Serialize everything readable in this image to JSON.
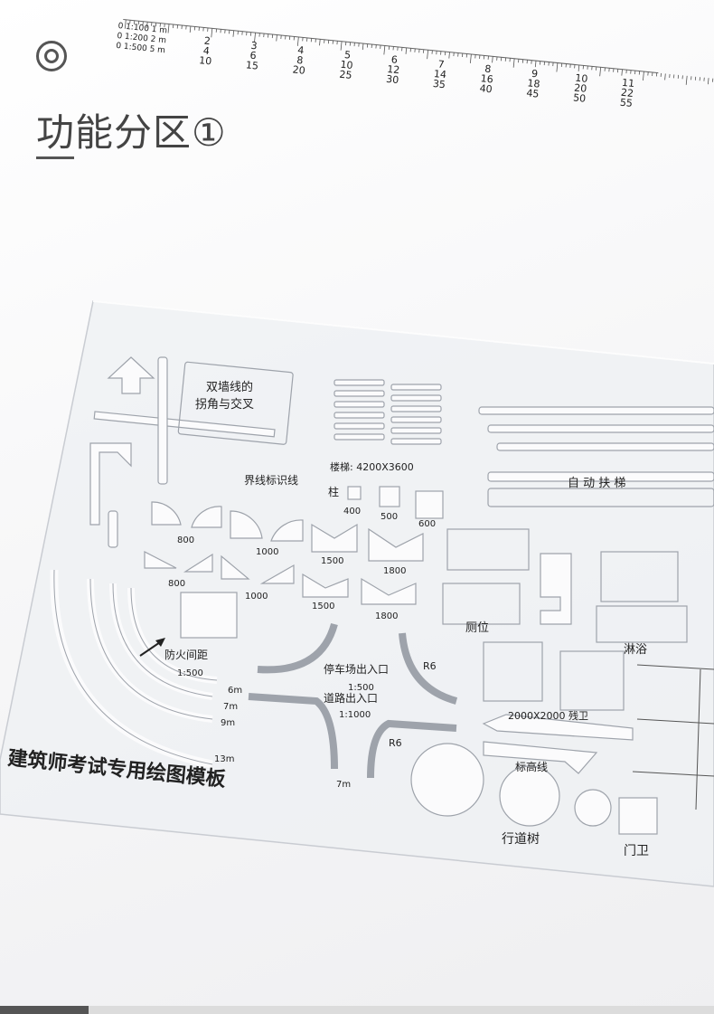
{
  "header": {
    "icon": "double-circle-icon",
    "title": "功能分区①"
  },
  "ruler": {
    "scale_rows": [
      "0 1:100 1 m",
      "0 1:200 2 m",
      "0 1:500 5 m"
    ],
    "columns": [
      [
        "2",
        "4",
        "10"
      ],
      [
        "3",
        "6",
        "15"
      ],
      [
        "4",
        "8",
        "20"
      ],
      [
        "5",
        "10",
        "25"
      ],
      [
        "6",
        "12",
        "30"
      ],
      [
        "7",
        "14",
        "35"
      ],
      [
        "8",
        "16",
        "40"
      ],
      [
        "9",
        "18",
        "45"
      ],
      [
        "10",
        "20",
        "50"
      ],
      [
        "11",
        "22",
        "55"
      ]
    ]
  },
  "template": {
    "double_wall_1": "双墙线的",
    "double_wall_2": "拐角与交叉",
    "stairs": "楼梯: 4200X3600",
    "boundary": "界线标识线",
    "column": "柱",
    "col_400": "400",
    "col_500": "500",
    "col_600": "600",
    "escalator": "自 动 扶 梯",
    "door_800a": "800",
    "door_1000a": "1000",
    "door_1500a": "1500",
    "door_1800a": "1800",
    "door_800b": "800",
    "door_1000b": "1000",
    "door_1500b": "1500",
    "door_1800b": "1800",
    "toilet": "厕位",
    "shower": "淋浴",
    "fire": "防火间距",
    "fire_scale": "1:500",
    "parking": "停车场出入口",
    "parking_scale": "1:500",
    "road": "道路出入口",
    "road_scale": "1:1000",
    "r6a": "R6",
    "r6b": "R6",
    "m6": "6m",
    "m7a": "7m",
    "m9": "9m",
    "m13": "13m",
    "m7b": "7m",
    "bathroom": "2000X2000 残卫",
    "elevation": "标高线",
    "tree": "行道树",
    "guard": "门卫",
    "brand": "建筑师考试专用绘图模板"
  },
  "progress": {
    "fraction": 0.124
  }
}
